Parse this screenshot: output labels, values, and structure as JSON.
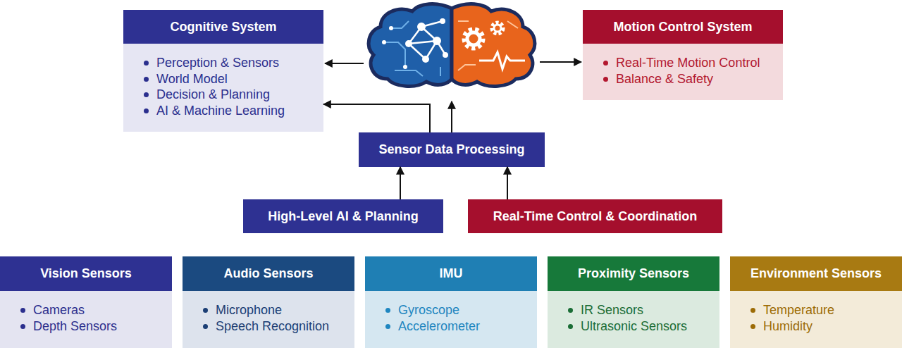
{
  "diagram": {
    "nodes": [
      {
        "text": [
          "Cognitive System",
          "Perception & Sensors",
          "World Model",
          "Decision & Planning",
          "AI & Machine Learning"
        ]
      },
      {
        "text": [
          "Motion Control System",
          "Real-Time Motion Control",
          "Balance & Safety"
        ]
      },
      {
        "text": [
          "Sensor Data Processing"
        ]
      },
      {
        "text": [
          "High-Level AI & Planning"
        ]
      },
      {
        "text": [
          "Real-Time Control & Coordination"
        ]
      },
      {
        "text": [
          "Vision Sensors",
          "Cameras",
          "Depth Sensors"
        ]
      },
      {
        "text": [
          "Audio Sensors",
          "Microphone",
          "Speech Recognition"
        ]
      },
      {
        "text": [
          "IMU",
          "Gyroscope",
          "Accelerometer"
        ]
      },
      {
        "text": [
          "Proximity Sensors",
          "IR Sensors",
          "Ultrasonic Sensors"
        ]
      },
      {
        "text": [
          "Environment Sensors",
          "Temperature",
          "Humidity"
        ]
      }
    ],
    "edges": [
      {
        "from": 2,
        "to": 0,
        "arrow": "to"
      },
      {
        "from": 3,
        "to": 2,
        "arrow": "to"
      },
      {
        "from": 4,
        "to": 2,
        "arrow": "to"
      }
    ]
  }
}
